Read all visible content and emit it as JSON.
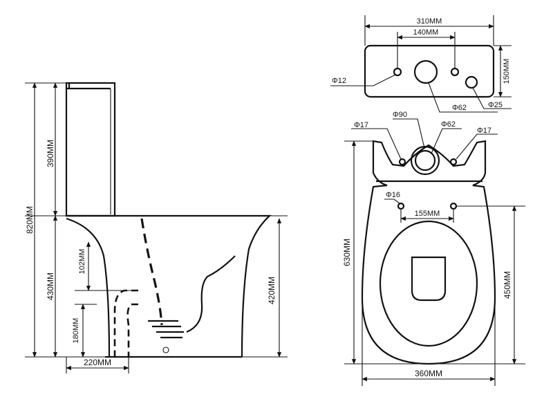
{
  "colors": {
    "line": "#111111",
    "background": "#ffffff"
  },
  "side_view": {
    "total_height": "820MM",
    "tank_height": "390MM",
    "bowl_height": "430MM",
    "rim_height": "420MM",
    "outlet_height": "102MM",
    "outlet_center": "180MM",
    "outlet_offset": "220MM"
  },
  "tank_top_view": {
    "width": "310MM",
    "hole_spacing": "140MM",
    "depth": "150MM",
    "side_hole": "Φ12",
    "flush_hole": "Φ62",
    "small_hole": "Φ25"
  },
  "bowl_top_view": {
    "left_hole": "Φ17",
    "center_ring": "Φ90",
    "center_hole": "Φ62",
    "right_hole": "Φ17",
    "seat_hole": "Φ16",
    "seat_spacing": "155MM",
    "length": "630MM",
    "seat_length": "450MM",
    "width": "360MM"
  }
}
